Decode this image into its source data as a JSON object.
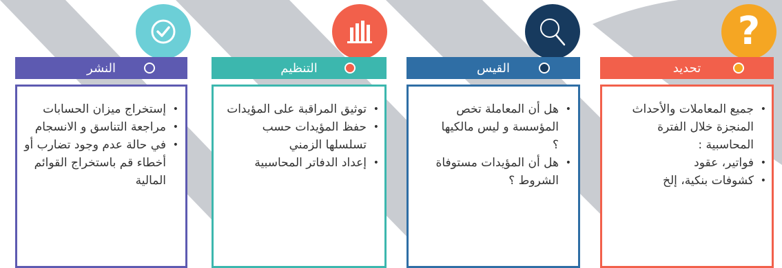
{
  "colors": {
    "tahdid": "#f2604b",
    "qiyas": "#2f6ea5",
    "tanzim": "#3cb7ae",
    "nashr": "#5d5ab1",
    "qiyas_icon": "#173a5e",
    "tanzim_icon": "#f2604b",
    "tahdid_icon": "#f5a623",
    "nashr_icon": "#6ccfd7",
    "band": "#c9ccd1"
  },
  "columns": [
    {
      "title": "النشر",
      "icon": "check-circle-icon",
      "items": [
        "إستخراج ميزان الحسابات",
        "مراجعة التناسق و الانسجام",
        "في حالة عدم وجود تضارب أو أخطاء قم باستخراج القوائم المالية"
      ]
    },
    {
      "title": "التنظيم",
      "icon": "bar-chart-icon",
      "items": [
        "توثيق المراقبة على المؤيدات",
        "حفظ المؤيدات حسب تسلسلها الزمني",
        "إعداد الدفاتر المحاسبية"
      ]
    },
    {
      "title": "القيس",
      "icon": "magnifier-icon",
      "items": [
        "هل أن المعاملة تخص المؤسسة و ليس مالكيها ؟",
        "هل أن المؤيدات مستوفاة الشروط ؟"
      ]
    },
    {
      "title": "تحديد",
      "icon": "question-mark-icon",
      "items": [
        "جميع المعاملات والأحداث المنجزة خلال الفترة المحاسبية :",
        "فواتير، عقود",
        "كشوفات بنكية، إلخ"
      ]
    }
  ]
}
